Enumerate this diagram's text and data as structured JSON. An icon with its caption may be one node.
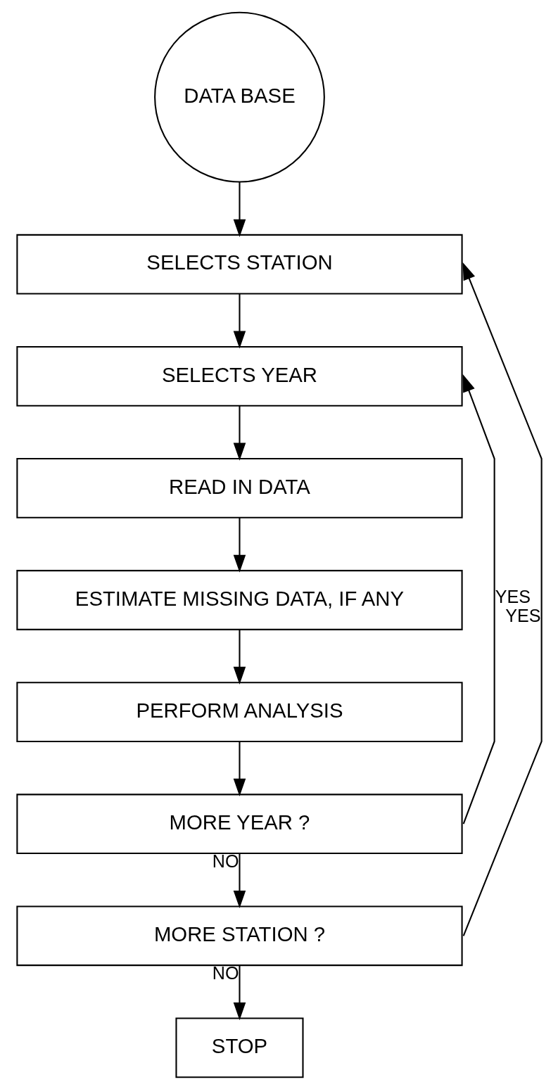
{
  "diagram": {
    "nodes": [
      {
        "text": [
          "DATA BASE"
        ]
      },
      {
        "text": [
          "SELECTS STATION"
        ]
      },
      {
        "text": [
          "SELECTS YEAR"
        ]
      },
      {
        "text": [
          "READ IN DATA"
        ]
      },
      {
        "text": [
          "ESTIMATE MISSING DATA, IF ANY"
        ]
      },
      {
        "text": [
          "PERFORM ANALYSIS"
        ]
      },
      {
        "text": [
          "MORE YEAR ?"
        ]
      },
      {
        "text": [
          "MORE STATION ?"
        ]
      },
      {
        "text": [
          "STOP"
        ]
      }
    ],
    "edges": [
      {
        "from": 0,
        "to": 1,
        "arrow": "to"
      },
      {
        "from": 1,
        "to": 2,
        "arrow": "to"
      },
      {
        "from": 2,
        "to": 3,
        "arrow": "to"
      },
      {
        "from": 3,
        "to": 4,
        "arrow": "to"
      },
      {
        "from": 4,
        "to": 5,
        "arrow": "to"
      },
      {
        "from": 5,
        "to": 6,
        "arrow": "to"
      },
      {
        "from": 6,
        "to": 2,
        "arrow": "to",
        "label": "YES"
      },
      {
        "from": 6,
        "to": 7,
        "arrow": "to",
        "label": "NO"
      },
      {
        "from": 7,
        "to": 1,
        "arrow": "to",
        "label": "YES"
      },
      {
        "from": 7,
        "to": 8,
        "arrow": "to",
        "label": "NO"
      }
    ]
  }
}
